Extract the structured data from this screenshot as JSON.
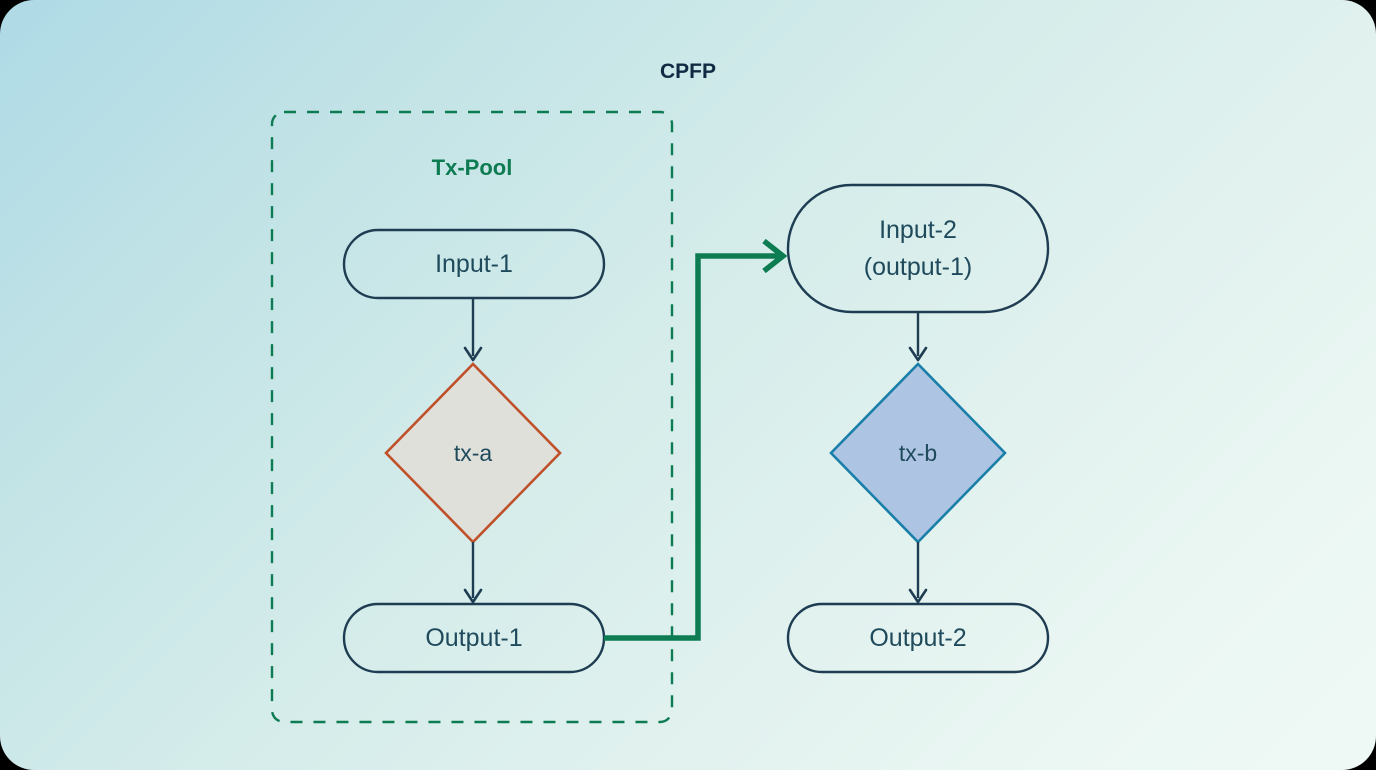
{
  "diagram": {
    "title": "CPFP",
    "group_label": "Tx-Pool",
    "nodes": {
      "input_1": {
        "label": "Input-1",
        "shape": "stadium"
      },
      "tx_a": {
        "label": "tx-a",
        "shape": "diamond",
        "stroke": "#c0502a",
        "fill": "#dfe0da"
      },
      "output_1": {
        "label": "Output-1",
        "shape": "stadium"
      },
      "input_2": {
        "label_line1": "Input-2",
        "label_line2": "(output-1)",
        "shape": "stadium"
      },
      "tx_b": {
        "label": "tx-b",
        "shape": "diamond",
        "stroke": "#1a7fa8",
        "fill": "#aec4e3"
      },
      "output_2": {
        "label": "Output-2",
        "shape": "stadium"
      }
    },
    "colors": {
      "node_stroke": "#1f3d52",
      "text": "#1f4a5c",
      "title": "#102a43",
      "group_stroke": "#0e7c52",
      "link_green": "#0e7c52",
      "background_start": "#aedae6",
      "background_end": "#eff9f5"
    }
  }
}
